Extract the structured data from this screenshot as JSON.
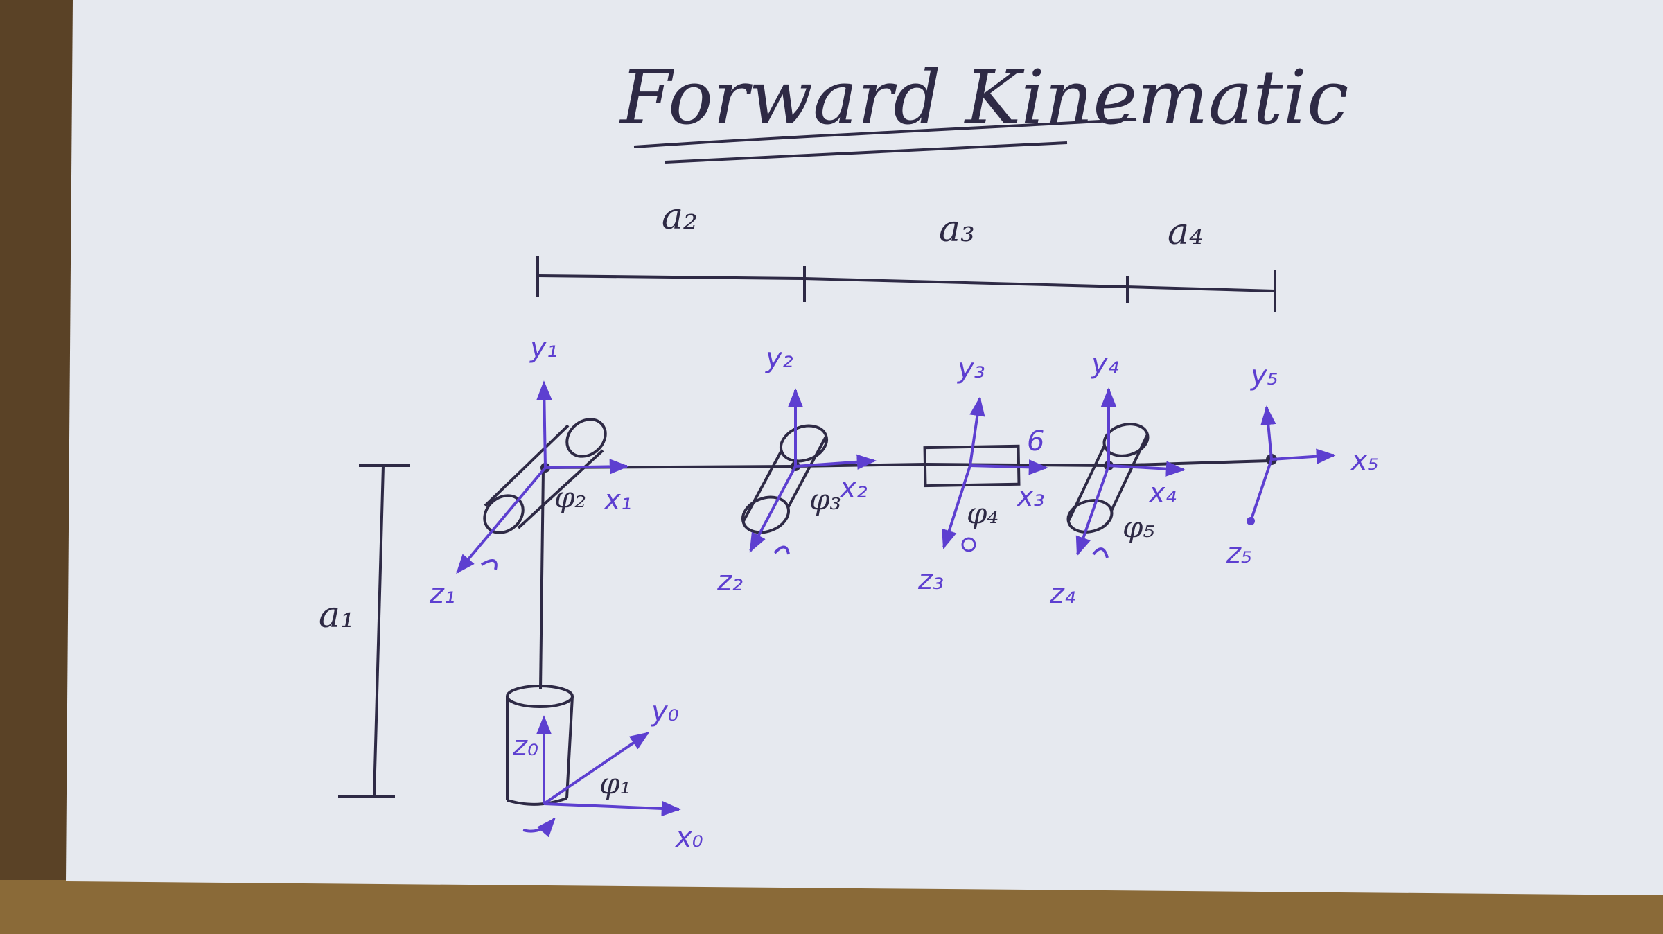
{
  "colors": {
    "paper": "#e6e9ef",
    "ink": "#2e2a45",
    "pen": "#5d3fd0",
    "table": "#5a4226"
  },
  "title": "Forward Kinematic",
  "dimensions": {
    "a1": "a₁",
    "a2": "a₂",
    "a3": "a₃",
    "a4": "a₄"
  },
  "frames": [
    {
      "y": "y₀",
      "x": "x₀",
      "z": "z₀",
      "angle": "φ₁"
    },
    {
      "y": "y₁",
      "x": "x₁",
      "z": "z₁",
      "angle": "φ₂"
    },
    {
      "y": "y₂",
      "x": "x₂",
      "z": "z₂",
      "angle": "φ₃"
    },
    {
      "y": "y₃",
      "x": "x₃",
      "z": "z₃",
      "angle": "φ₄"
    },
    {
      "y": "y₄",
      "x": "x₄",
      "z": "z₄",
      "angle": "φ₅"
    },
    {
      "y": "y₅",
      "x": "x₅",
      "z": "z₅"
    }
  ],
  "extra_mark": "6"
}
